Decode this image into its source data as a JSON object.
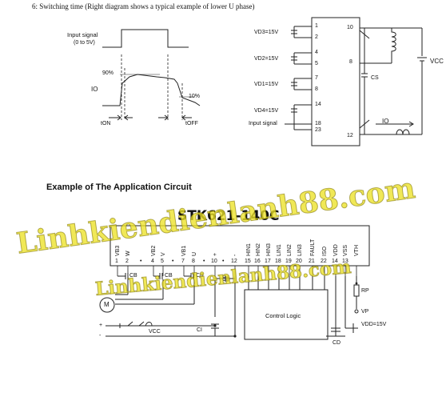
{
  "section1": {
    "title": "6: Switching time (Right diagram shows a typical example of lower U phase)",
    "input_signal": "Input signal",
    "input_range": "(0 to 5V)",
    "io_label": "IO",
    "pct90": "90%",
    "pct10": "10%",
    "ton": "tON",
    "toff": "tOFF"
  },
  "ic_block": {
    "vd3": "VD3=15V",
    "vd2": "VD2=15V",
    "vd1": "VD1=15V",
    "vd4": "VD4=15V",
    "input_signal": "Input signal",
    "pins_left": [
      "1",
      "2",
      "4",
      "5",
      "7",
      "8",
      "14",
      "18",
      "23"
    ],
    "pins_right": [
      "10",
      "8",
      "12"
    ],
    "cs": "CS",
    "vcc": "VCC",
    "io": "IO"
  },
  "section2": {
    "title": "Example of The Application Circuit",
    "part": "STK621-140C",
    "pin_names": [
      "VB3",
      "W",
      "",
      "VB2",
      "V",
      "",
      "VB1",
      "U",
      "",
      "+",
      "",
      "-",
      "HIN1",
      "HIN2",
      "HIN3",
      "LIN1",
      "LIN2",
      "LIN3",
      "FAULT",
      "ISO",
      "VDD",
      "VSS",
      "VTH"
    ],
    "pin_numbers": [
      "1",
      "2",
      "•",
      "4",
      "5",
      "•",
      "7",
      "8",
      "•",
      "10",
      "•",
      "12",
      "15",
      "16",
      "17",
      "18",
      "19",
      "20",
      "21",
      "22",
      "14",
      "13"
    ],
    "cb1": "CB",
    "cb2": "CB",
    "cb3": "CB",
    "cs": "CS",
    "motor": "M",
    "control_logic": "Control Logic",
    "rp": "RP",
    "vp": "VP",
    "vdd": "VDD=15V",
    "cd": "CD",
    "vcc": "VCC",
    "ci": "CI",
    "plus": "+",
    "minus": "-"
  },
  "watermark": {
    "text1": "Linhkiendienlanh88.com",
    "text2": "Linhkiendienlanh88.com"
  }
}
